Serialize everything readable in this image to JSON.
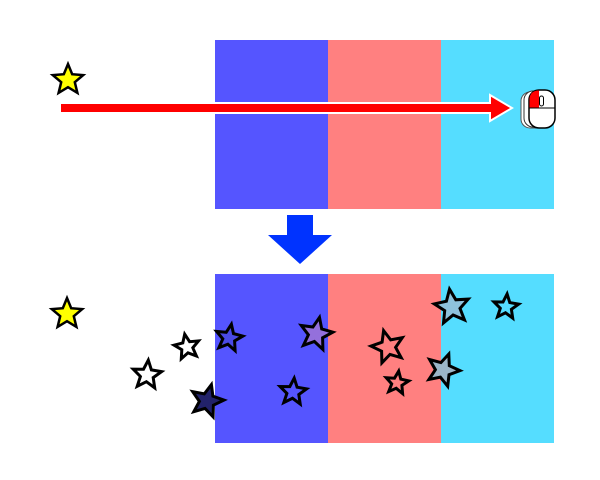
{
  "colors": {
    "band_blue": "#5555ff",
    "band_red": "#ff8080",
    "band_cyan": "#55ddff",
    "drag_arrow": "#ff0000",
    "down_arrow": "#0033ff",
    "star_yellow": "#ffff00"
  },
  "icons": {
    "source_star": "star-icon",
    "drag_arrow": "arrow-right-icon",
    "cursor": "mouse-icon",
    "transition": "arrow-down-icon"
  },
  "scattered_star_fills": [
    "#ffff00",
    "none",
    "none",
    "#22226a",
    "#4a4ae6",
    "#9470dc",
    "none",
    "none",
    "none",
    "#8ec2dc",
    "#9cb6c8",
    "none"
  ]
}
